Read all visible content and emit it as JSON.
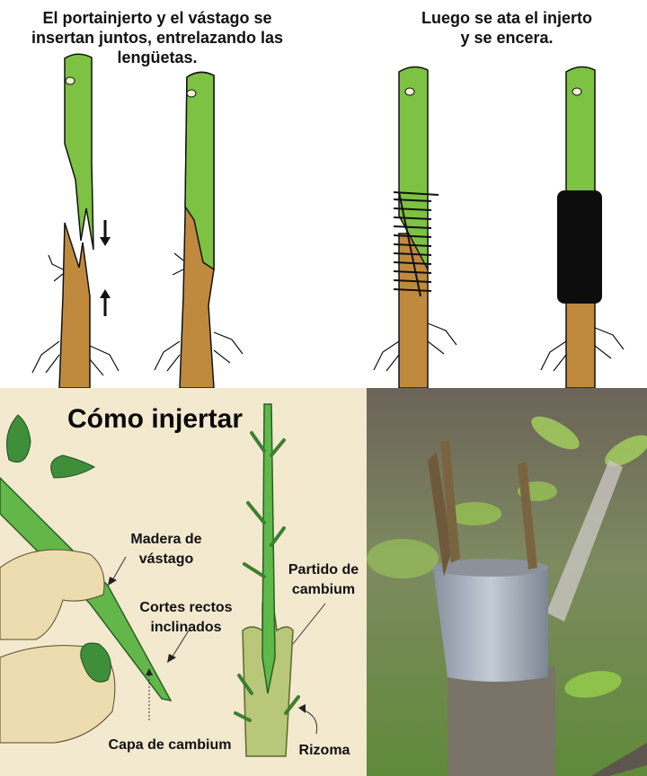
{
  "panels": {
    "step1": {
      "caption_line1": "El portainjerto y el vástago se",
      "caption_line2": "insertan juntos, entrelazando las",
      "caption_line3": "lengüetas.",
      "arrows": [
        "arrow-down",
        "arrow-up"
      ]
    },
    "step2": {
      "caption_line1": "Luego se ata el injerto",
      "caption_line2": "y se encera."
    },
    "diagram": {
      "title": "Cómo injertar",
      "labels": {
        "scion_wood_1": "Madera de",
        "scion_wood_2": "vástago",
        "cuts_1": "Cortes rectos",
        "cuts_2": "inclinados",
        "cambium_layer": "Capa de cambium",
        "cambium_split_1": "Partido de",
        "cambium_split_2": "cambium",
        "rootstock": "Rizoma"
      }
    },
    "photo": {
      "description": "Grafted tree stump wrapped in grey tape with two scion twigs"
    }
  },
  "colors": {
    "scion_green": "#7dc242",
    "rootstock_brown": "#c08a3e",
    "diagram_bg": "#f3e9cf",
    "stem_green": "#5fb84a",
    "tape_grey": "#9aa3ad",
    "wax_black": "#0d0d0d"
  }
}
